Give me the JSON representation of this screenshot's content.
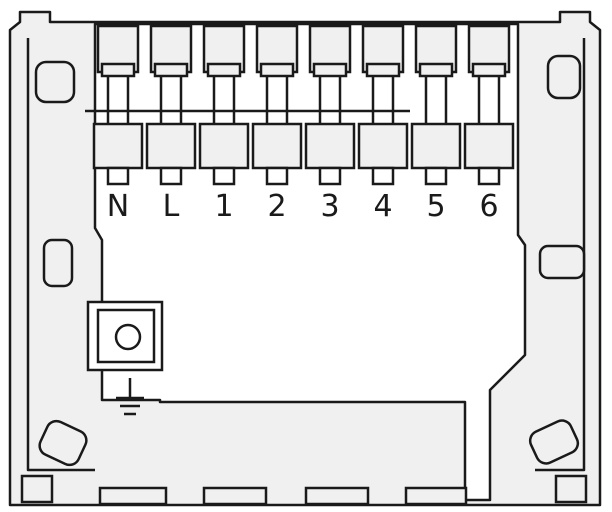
{
  "terminal_labels": [
    "N",
    "L",
    "1",
    "2",
    "3",
    "4",
    "5",
    "6"
  ],
  "colors": {
    "stroke": "#1a1a1a",
    "fill_light": "#f0f0f0",
    "fill_white": "#ffffff"
  },
  "icons": {
    "earth": "ground-symbol-icon",
    "screw": "screw-hole-icon"
  }
}
